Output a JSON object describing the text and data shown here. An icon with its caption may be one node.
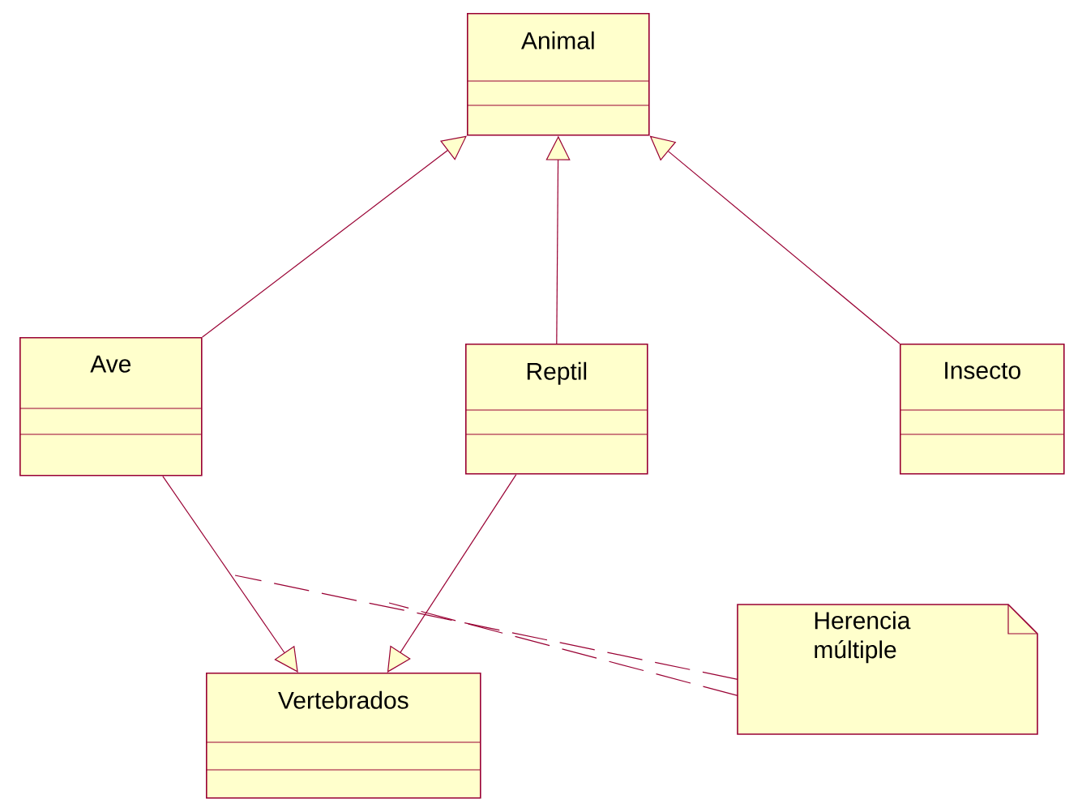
{
  "diagram": {
    "nodes": [
      {
        "text": [
          "Animal"
        ]
      },
      {
        "text": [
          "Ave"
        ]
      },
      {
        "text": [
          "Reptil"
        ]
      },
      {
        "text": [
          "Insecto"
        ]
      },
      {
        "text": [
          "Vertebrados"
        ]
      },
      {
        "text": [
          "Herencia múltiple"
        ]
      }
    ],
    "edges": [
      {
        "from": 1,
        "to": 0,
        "arrow": "to"
      },
      {
        "from": 2,
        "to": 0,
        "arrow": "to"
      },
      {
        "from": 3,
        "to": 0,
        "arrow": "to"
      },
      {
        "from": 1,
        "to": 4,
        "arrow": "to"
      },
      {
        "from": 2,
        "to": 4,
        "arrow": "to"
      },
      {
        "from": 5,
        "to": null,
        "arrow": "none",
        "style": "dashed"
      },
      {
        "from": 5,
        "to": null,
        "arrow": "none",
        "style": "dashed"
      }
    ]
  }
}
